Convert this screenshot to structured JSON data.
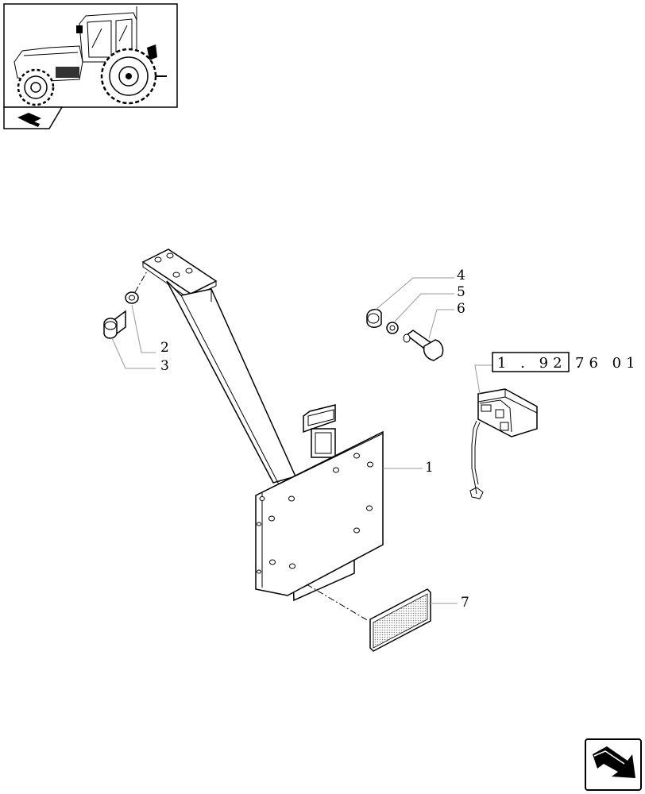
{
  "callouts": {
    "c1": "1",
    "c2": "2",
    "c3": "3",
    "c4": "4",
    "c5": "5",
    "c6": "6",
    "c7": "7"
  },
  "reference": {
    "boxed": "1 . 92 .",
    "rest": "76   01"
  },
  "icons": {
    "thumbnail": "tractor-thumbnail-icon",
    "section": "plate-section-icon",
    "nav": "next-page-arrow-icon"
  }
}
